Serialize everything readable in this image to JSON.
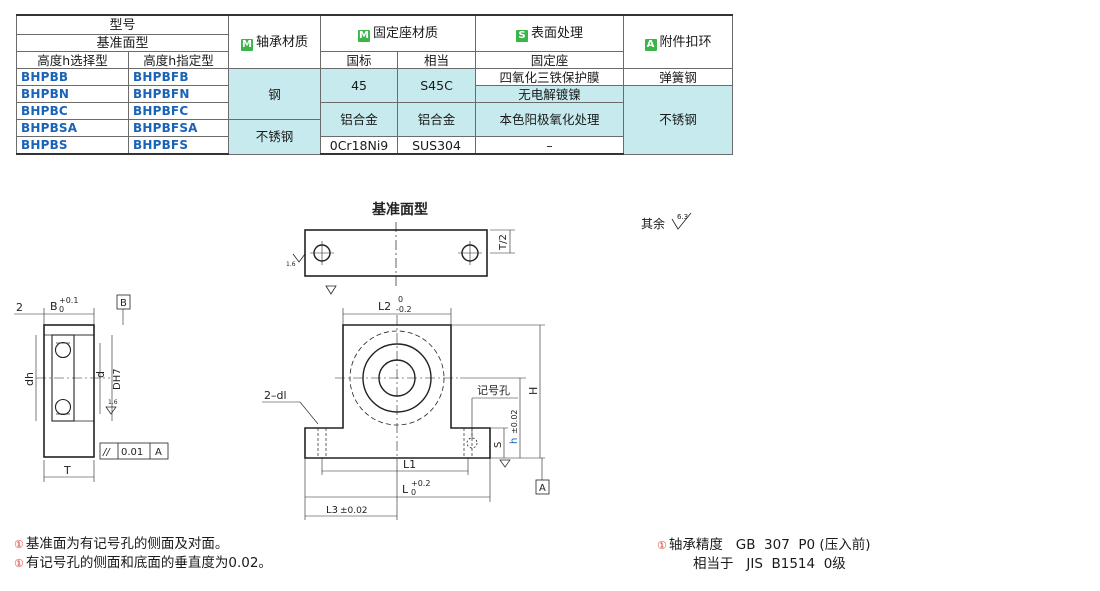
{
  "table": {
    "model_header": "型号",
    "reference_type_header": "基准面型",
    "height_select_header": "高度h选择型",
    "height_specify_header": "高度h指定型",
    "bearing_material_tag": "M",
    "bearing_material_header": "轴承材质",
    "seat_material_tag": "M",
    "seat_material_header": "固定座材质",
    "standard_header": "国标",
    "equivalent_header": "相当",
    "surface_tag": "S",
    "surface_header": "表面处理",
    "fixed_seat_header": "固定座",
    "attachment_tag": "A",
    "attachment_header": "附件扣环",
    "rows": [
      {
        "select": "BHPBB",
        "specify": "BHPBFB"
      },
      {
        "select": "BHPBN",
        "specify": "BHPBFN"
      },
      {
        "select": "BHPBC",
        "specify": "BHPBFC"
      },
      {
        "select": "BHPBSA",
        "specify": "BHPBFSA"
      },
      {
        "select": "BHPBS",
        "specify": "BHPBFS"
      }
    ],
    "bearing_steel": "钢",
    "bearing_stainless": "不锈钢",
    "std_45": "45",
    "eq_s45c": "S45C",
    "std_aluminum": "铝合金",
    "eq_aluminum": "铝合金",
    "std_sus": "0Cr18Ni9",
    "eq_sus": "SUS304",
    "surface_black_oxide": "四氧化三铁保护膜",
    "surface_nickel": "无电解镀镍",
    "surface_anodize": "本色阳极氧化处理",
    "surface_none": "–",
    "ring_spring_steel": "弹簧钢",
    "ring_stainless": "不锈钢"
  },
  "drawing": {
    "title": "基准面型",
    "other_label": "其余",
    "other_roughness": "6.3",
    "dims": {
      "b_dim": "B",
      "b_tol_upper": "+0.1",
      "b_tol_lower": "0",
      "two": "2",
      "datum_b": "B",
      "dh": "dh",
      "d": "d",
      "d_h7": "DH7",
      "rough_16": "1.6",
      "parallel_symbol": "//",
      "parallel_value": "0.01",
      "datum_a": "A",
      "t_dim": "T",
      "t_half": "T/2",
      "l2": "L2",
      "l2_tol_upper": "0",
      "l2_tol_lower": "-0.2",
      "hole_label": "2–dl",
      "mark_hole": "记号孔",
      "h_dim": "H",
      "h_small": "h",
      "h_tol": "±0.02",
      "s_dim": "S",
      "l1": "L1",
      "l_dim": "L",
      "l_tol_upper": "+0.2",
      "l_tol_lower": "0",
      "l3": "L3",
      "l3_tol": "±0.02"
    }
  },
  "notes_left": [
    "基准面为有记号孔的侧面及对面。",
    "有记号孔的侧面和底面的垂直度为0.02。"
  ],
  "notes_right": {
    "line1_label": "轴承精度",
    "line1_value": "GB  307  P0 (压入前)",
    "line2_label": "相当于",
    "line2_value": "JIS  B1514  0级"
  },
  "note_mark": "①",
  "colors": {
    "cyan_fill": "#c7eaee",
    "code_blue": "#1a64b8",
    "tag_green": "#3bb54a",
    "note_red": "#e0342c"
  }
}
